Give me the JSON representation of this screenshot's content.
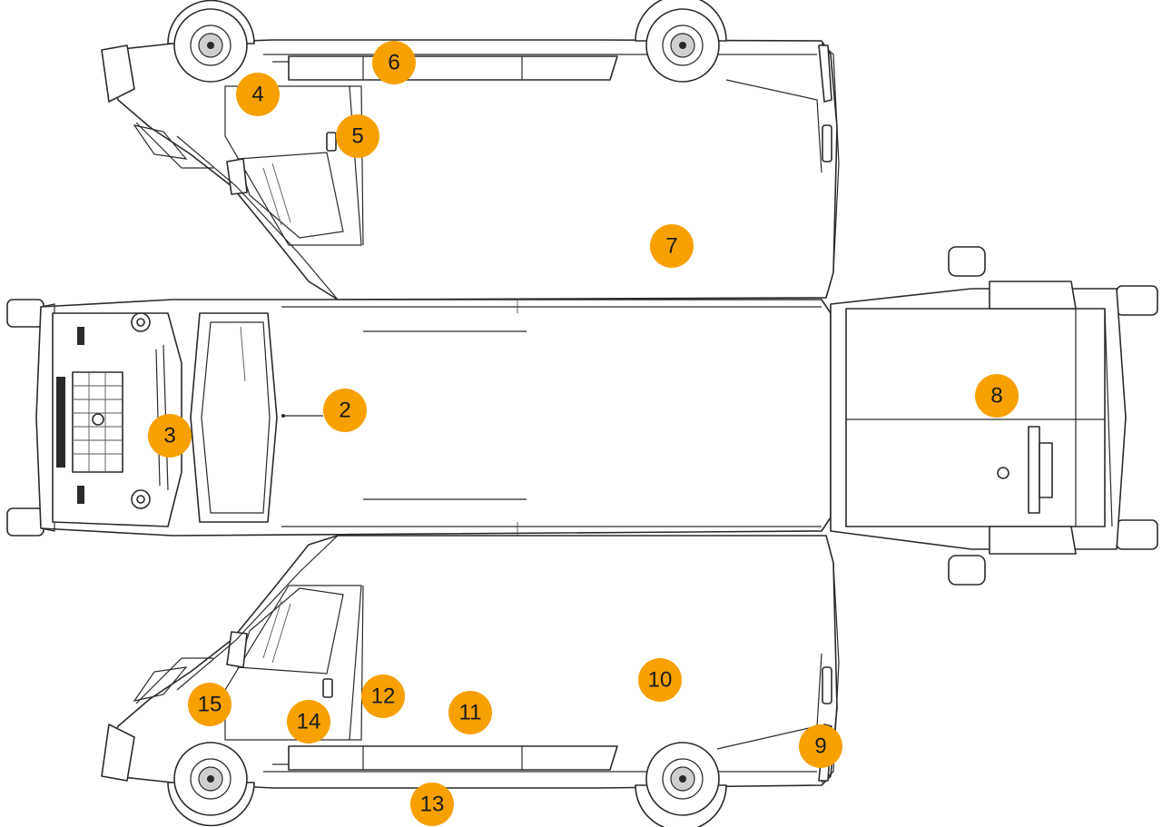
{
  "diagram": {
    "marker_color": "#F7A000",
    "markers": [
      {
        "id": "2",
        "label": "2"
      },
      {
        "id": "3",
        "label": "3"
      },
      {
        "id": "4",
        "label": "4"
      },
      {
        "id": "5",
        "label": "5"
      },
      {
        "id": "6",
        "label": "6"
      },
      {
        "id": "7",
        "label": "7"
      },
      {
        "id": "8",
        "label": "8"
      },
      {
        "id": "9",
        "label": "9"
      },
      {
        "id": "10",
        "label": "10"
      },
      {
        "id": "11",
        "label": "11"
      },
      {
        "id": "12",
        "label": "12"
      },
      {
        "id": "13",
        "label": "13"
      },
      {
        "id": "14",
        "label": "14"
      },
      {
        "id": "15",
        "label": "15"
      }
    ]
  }
}
